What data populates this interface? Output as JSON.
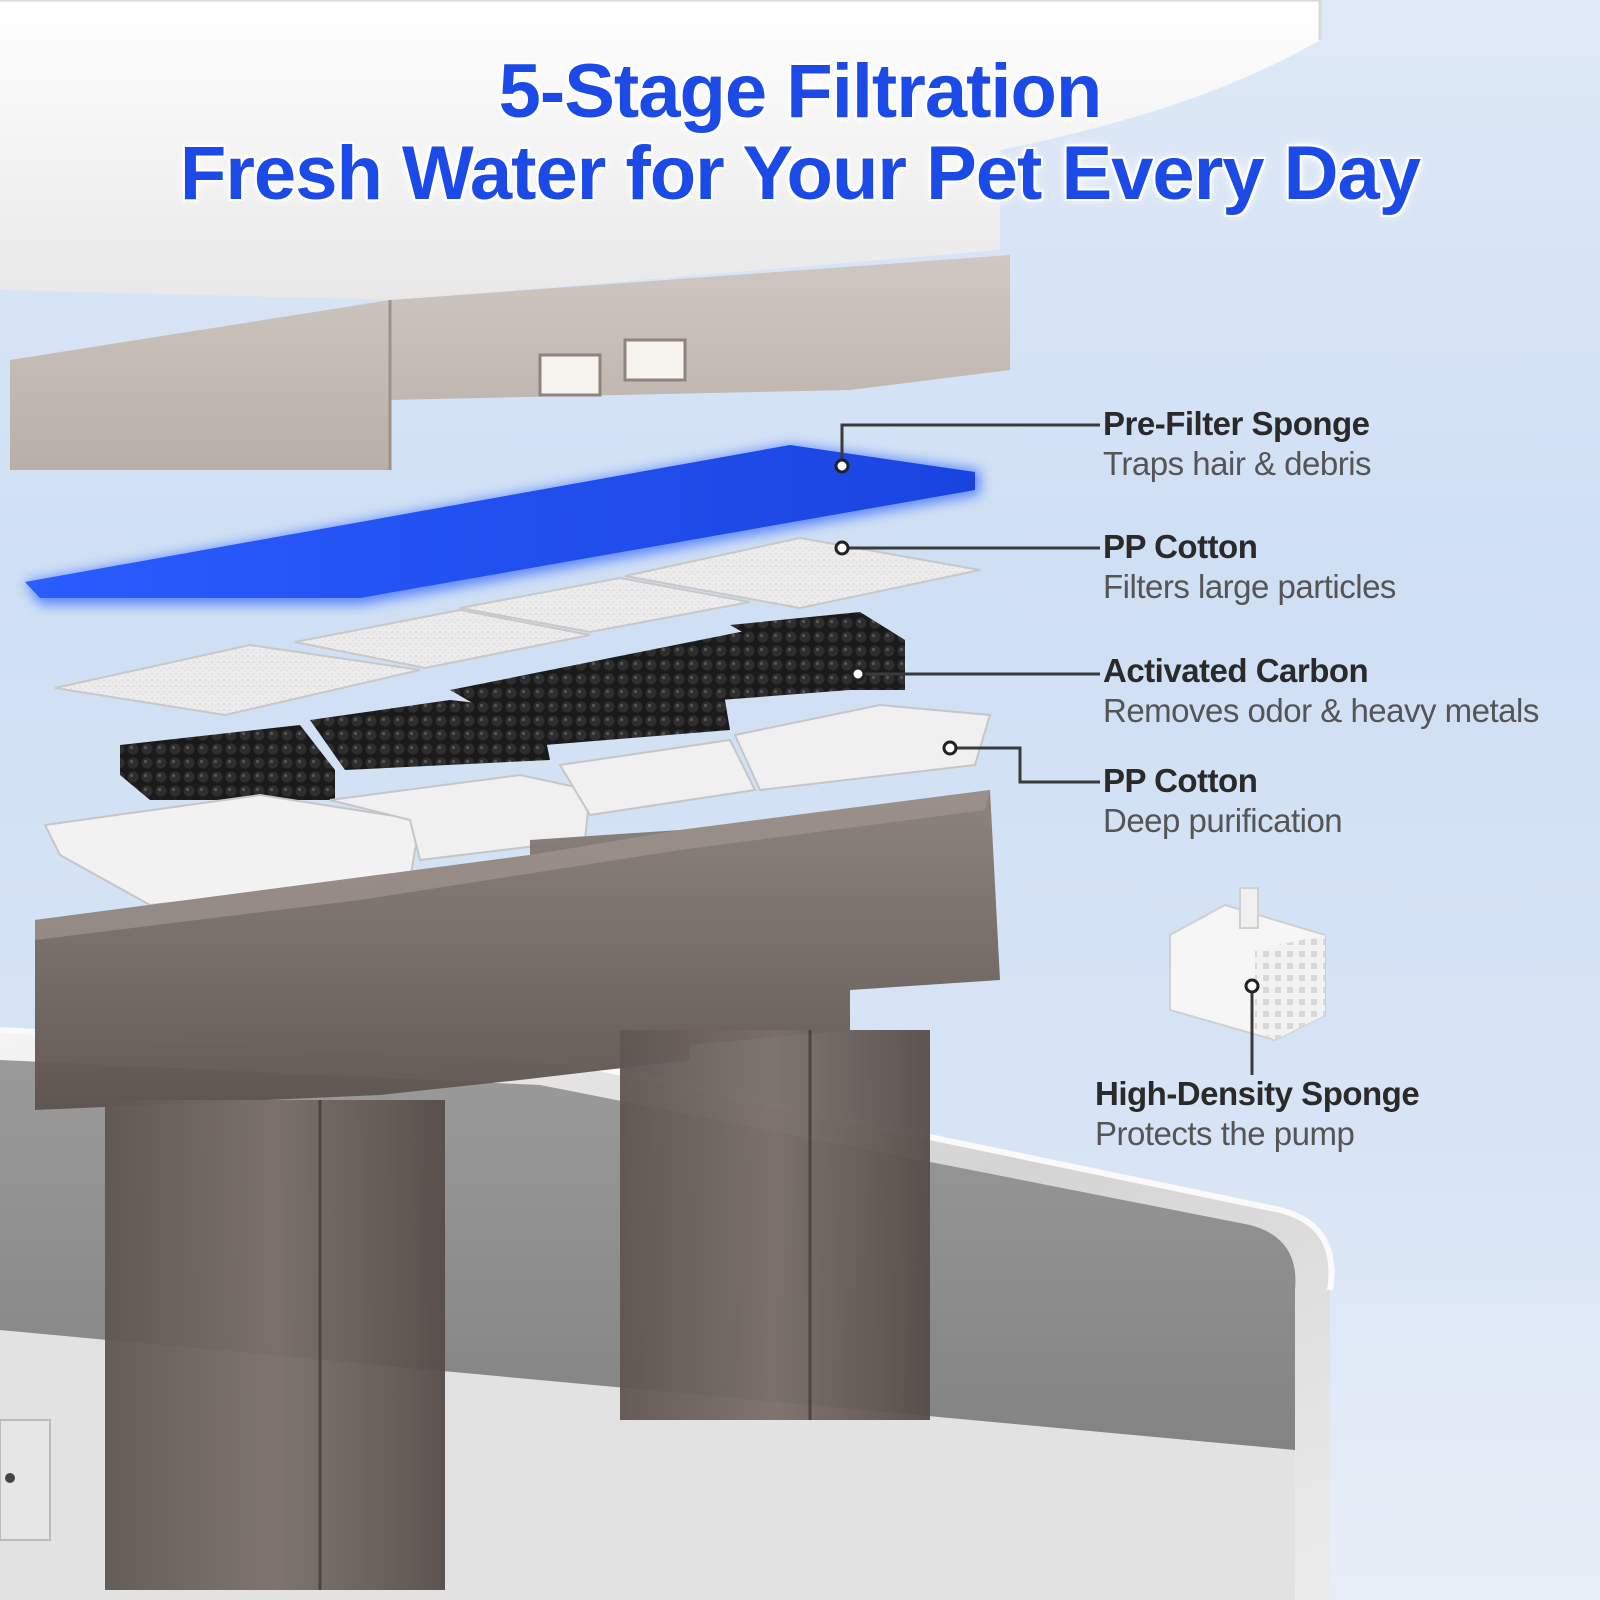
{
  "headline": {
    "line1": "5-Stage Filtration",
    "line2": "Fresh Water for Your Pet Every Day"
  },
  "callouts": [
    {
      "name": "Pre-Filter Sponge",
      "desc": "Traps hair & debris"
    },
    {
      "name": "PP Cotton",
      "desc": "Filters large particles"
    },
    {
      "name": "Activated Carbon",
      "desc": "Removes odor & heavy metals"
    },
    {
      "name": "PP Cotton",
      "desc": "Deep purification"
    },
    {
      "name": "High-Density Sponge",
      "desc": "Protects the pump"
    }
  ],
  "colors": {
    "headline": "#1c4ae6",
    "sponge_blue": "#1f4ff0",
    "tank_brown": "#6e625c",
    "leader_line": "#3a3a3a"
  }
}
